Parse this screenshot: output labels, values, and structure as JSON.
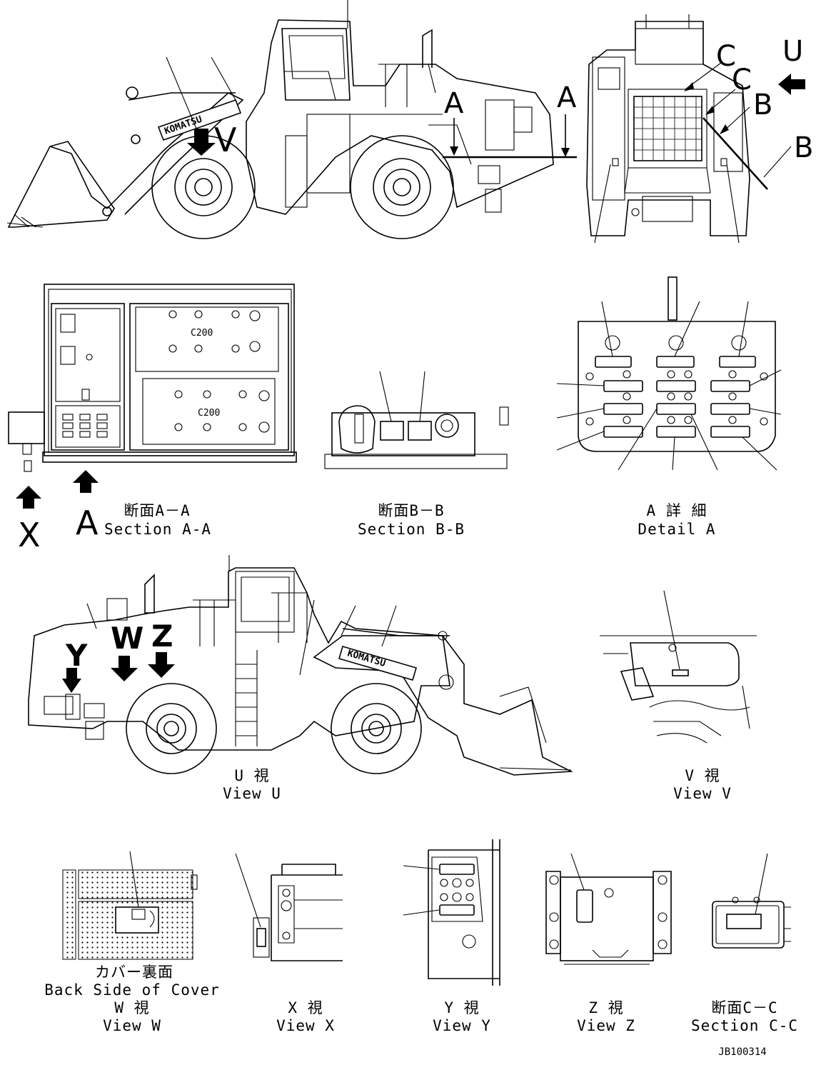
{
  "drawing": {
    "doc_number": "JB100314",
    "section_a": {
      "title_jp": "断面A－A",
      "title_en": "Section A-A",
      "label": "A",
      "arrow_label_x": "X",
      "box_label_1": "C200",
      "box_label_2": "C200"
    },
    "section_b": {
      "title_jp": "断面B－B",
      "title_en": "Section B-B"
    },
    "detail_a": {
      "title_jp": "A 詳 細",
      "title_en": "Detail A"
    },
    "view_u": {
      "title_jp": "U 視",
      "title_en": "View U",
      "label_y": "Y",
      "label_w": "W",
      "label_z": "Z",
      "brand": "KOMATSU"
    },
    "view_v": {
      "title_jp": "V 視",
      "title_en": "View V"
    },
    "view_w": {
      "title_jp_1": "カバー裏面",
      "title_en_1": "Back Side of Cover",
      "title_jp": "W 視",
      "title_en": "View W"
    },
    "view_x": {
      "title_jp": "X 視",
      "title_en": "View X"
    },
    "view_y": {
      "title_jp": "Y 視",
      "title_en": "View Y"
    },
    "view_z": {
      "title_jp": "Z 視",
      "title_en": "View Z"
    },
    "section_c": {
      "title_jp": "断面C－C",
      "title_en": "Section C-C"
    },
    "side_view": {
      "brand": "KOMATSU",
      "label_v": "V",
      "label_a_1": "A",
      "label_a_2": "A"
    },
    "rear_view": {
      "label_u": "U",
      "label_c_1": "C",
      "label_c_2": "C",
      "label_b_1": "B",
      "label_b_2": "B"
    }
  }
}
